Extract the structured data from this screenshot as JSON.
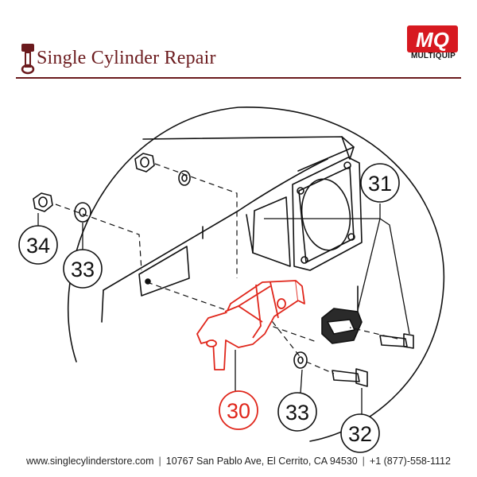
{
  "header": {
    "brand_name": "Single Cylinder Repair",
    "logo_icon": "piston-logo-icon",
    "partner_logo_text": "MQ",
    "partner_name": "MULTIQUIP"
  },
  "colors": {
    "brand": "#6b1a1d",
    "partner_red": "#d71920",
    "highlight": "#e0261b",
    "line": "#111111"
  },
  "diagram": {
    "callouts": [
      {
        "id": "callout-31",
        "label": "31",
        "highlighted": false
      },
      {
        "id": "callout-34",
        "label": "34",
        "highlighted": false
      },
      {
        "id": "callout-33-left",
        "label": "33",
        "highlighted": false
      },
      {
        "id": "callout-30",
        "label": "30",
        "highlighted": true
      },
      {
        "id": "callout-33-bottom",
        "label": "33",
        "highlighted": false
      },
      {
        "id": "callout-32",
        "label": "32",
        "highlighted": false
      }
    ]
  },
  "footer": {
    "website": "www.singlecylinderstore.com",
    "address": "10767 San Pablo Ave, El Cerrito, CA 94530",
    "phone": "+1 (877)-558-1112"
  }
}
